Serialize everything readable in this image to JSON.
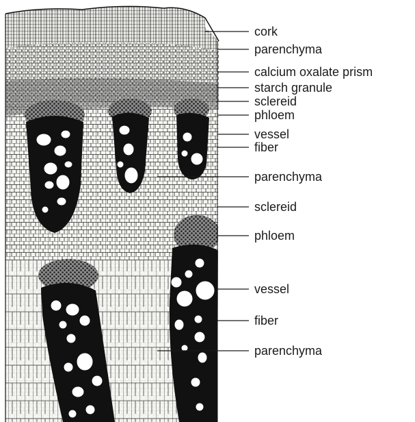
{
  "diagram": {
    "labels": [
      {
        "text": "cork"
      },
      {
        "text": "parenchyma"
      },
      {
        "text": "calcium oxalate prism"
      },
      {
        "text": "starch granule"
      },
      {
        "text": "sclereid"
      },
      {
        "text": "phloem"
      },
      {
        "text": "vessel"
      },
      {
        "text": "fiber"
      },
      {
        "text": "parenchyma"
      },
      {
        "text": "sclereid"
      },
      {
        "text": "phloem"
      },
      {
        "text": "vessel"
      },
      {
        "text": "fiber"
      },
      {
        "text": "parenchyma"
      }
    ]
  },
  "colors": {
    "ink": "#1a1a1a",
    "tissue_bg": "#f4f4f0",
    "vessel_fill": "#ffffff"
  }
}
